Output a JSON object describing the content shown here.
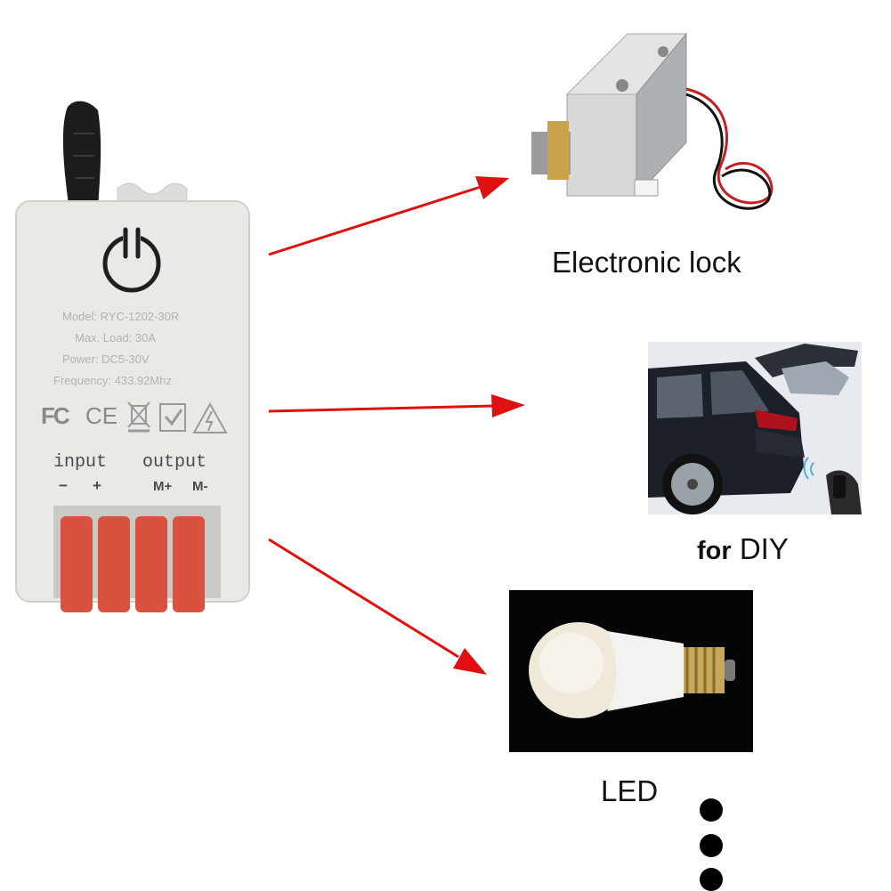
{
  "device": {
    "model": "Model: RYC-1202-30R",
    "max_load": "Max. Load: 30A",
    "power": "Power: DC5-30V",
    "frequency": "Frequency: 433.92Mhz",
    "certifications": [
      "FC",
      "CE"
    ],
    "input_label": "input",
    "output_label": "output",
    "terminals": [
      "−",
      "+",
      "M+",
      "M-"
    ],
    "colors": {
      "body": "#e9e9e6",
      "terminal": "#d9513f",
      "antenna": "#1c1c1c",
      "arrow": "#e01010"
    }
  },
  "targets": [
    {
      "caption": "Electronic lock",
      "icon": "electronic-lock-image"
    },
    {
      "caption_bold": "for",
      "caption": "DIY",
      "icon": "car-tailgate-image"
    },
    {
      "caption": "LED",
      "icon": "led-bulb-image"
    }
  ],
  "more_indicator": "ellipsis-dots"
}
